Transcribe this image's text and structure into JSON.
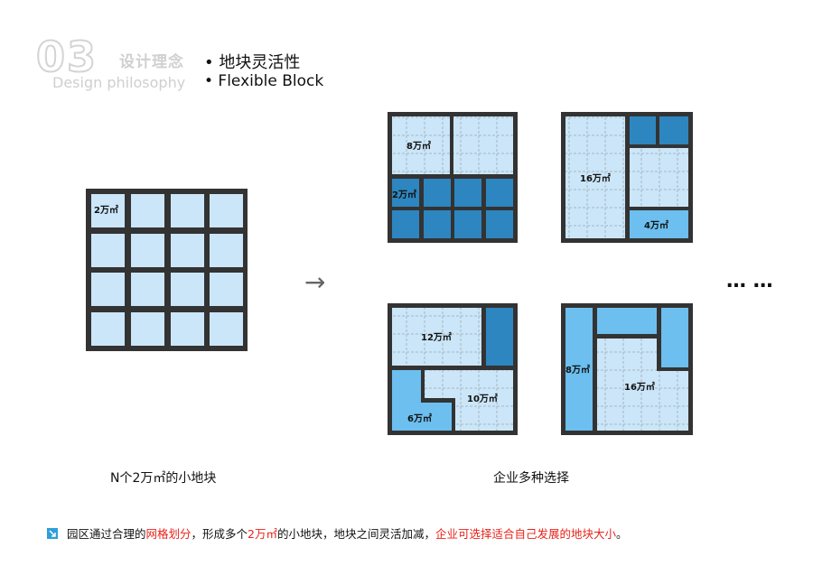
{
  "header": {
    "number": "03",
    "title_cn": "设计理念",
    "title_en": "Design philosophy",
    "topic_cn": "• 地块灵活性",
    "topic_en": "• Flexible Block"
  },
  "grid_label": "2万㎡",
  "captions": {
    "left": "N个2万㎡的小地块",
    "right": "企业多种选择"
  },
  "arrow": "→",
  "ellipsis": "…  …",
  "options": {
    "a": {
      "big": "8万㎡",
      "small": "2万㎡"
    },
    "b": {
      "big": "16万㎡",
      "small": "4万㎡"
    },
    "c": {
      "top": "12万㎡",
      "mid": "10万㎡",
      "small": "6万㎡"
    },
    "d": {
      "left": "8万㎡",
      "center": "16万㎡"
    }
  },
  "footer": {
    "p1": "园区通过合理的",
    "h1": "网格划分",
    "p2": "，形成多个",
    "h2": "2万㎡",
    "p3": "的小地块，地块之间灵活加减，",
    "h3": "企业可选择适合自己发展的地块大小",
    "p4": "。"
  },
  "colors": {
    "frame": "#333333",
    "light": "#cbe6f8",
    "mid": "#6cbfee",
    "dark": "#2d86c0",
    "accent": "#e8231a"
  }
}
